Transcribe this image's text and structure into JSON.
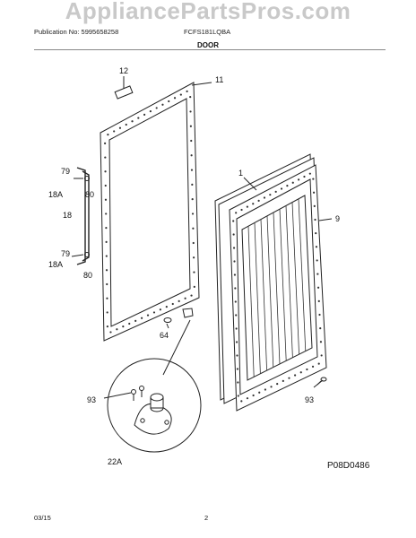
{
  "watermark": "AppliancePartsPros.com",
  "header": {
    "publication": "Publication No: 5995658258",
    "model": "FCFS181LQBA",
    "section_title": "DOOR"
  },
  "callouts": {
    "c12": "12",
    "c11": "11",
    "c1": "1",
    "c9": "9",
    "c79a": "79",
    "c18a": "18A",
    "c80a": "80",
    "c18": "18",
    "c79b": "79",
    "c18b": "18A",
    "c80b": "80",
    "c64": "64",
    "c93a": "93",
    "c93b": "93",
    "c22a": "22A"
  },
  "figure_id": "P08D0486",
  "footer": {
    "date": "03/15",
    "page": "2"
  }
}
